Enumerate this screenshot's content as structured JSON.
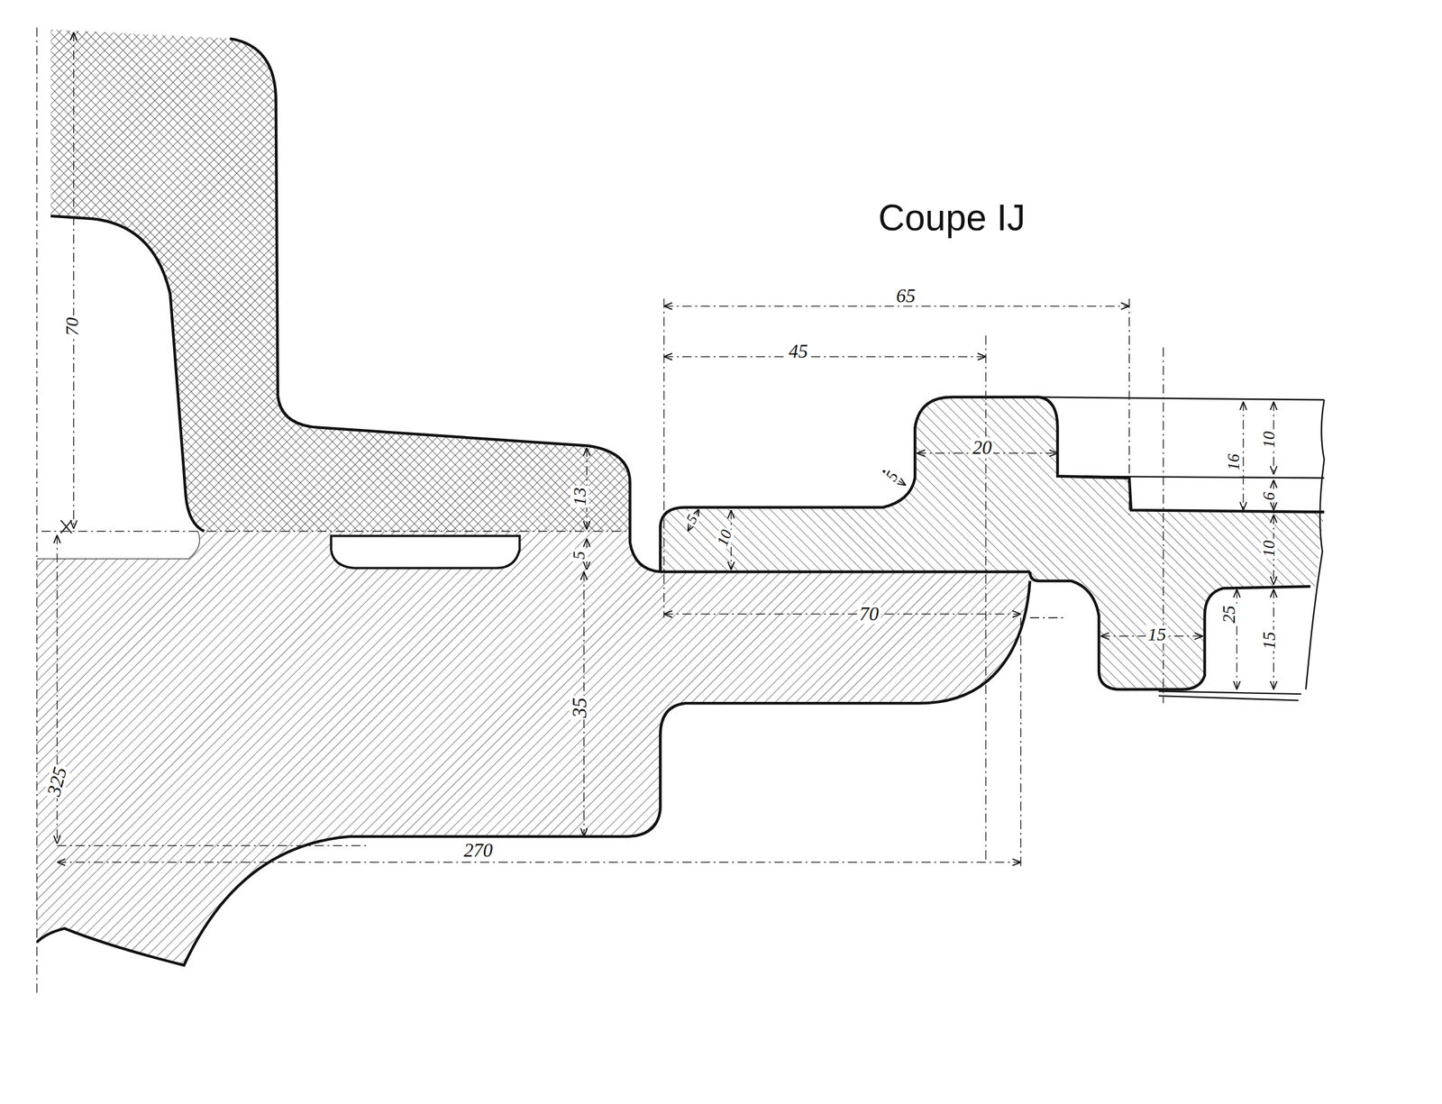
{
  "diagram": {
    "title": "Coupe IJ",
    "labels": [
      "65",
      "45",
      "70",
      "20",
      "16",
      "10",
      "5",
      "13",
      "5",
      "10",
      "6",
      "5",
      "10",
      "70",
      "15",
      "25",
      "15",
      "35",
      "325",
      "270"
    ]
  }
}
